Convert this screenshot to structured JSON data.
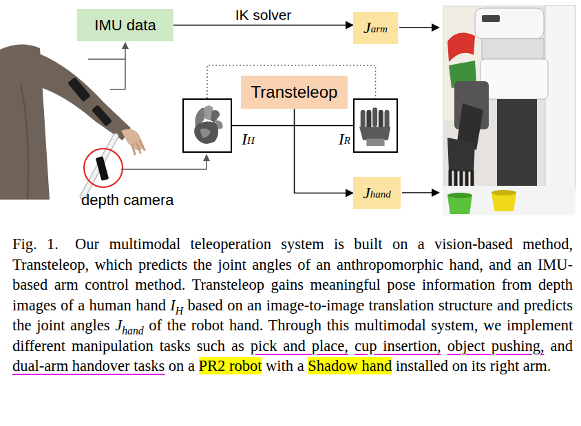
{
  "diagram": {
    "caption": "Fig. 1. Our multimodal teleoperation system is built on a vision-based method, Transteleop, which predicts the joint angles of an anthropomorphic hand, and an IMU-based arm control method. Transteleop gains meaningful pose information from depth images of a human hand IH based on an image-to-image translation structure and predicts the joint angles Jhand of the robot hand. Through this multimodal system, we implement different manipulation tasks such as pick and place, cup insertion, object pushing, and dual-arm handover tasks on a PR2 robot with a Shadow hand installed on its right arm.",
    "nodes": [
      {
        "text": [
          "IMU data"
        ]
      },
      {
        "text": [
          "J",
          "arm"
        ]
      },
      {
        "text": [
          "Transteleop"
        ]
      },
      {
        "text": [
          "I",
          "H"
        ]
      },
      {
        "text": [
          "I",
          "R"
        ]
      },
      {
        "text": [
          "J",
          "hand"
        ]
      }
    ],
    "edges": [
      {
        "from": 0,
        "to": 1,
        "label": "IK solver",
        "arrow": "to"
      },
      {
        "from": 3,
        "to": 4,
        "arrow": "none"
      },
      {
        "from": 3,
        "to": 4,
        "arrow": "none"
      },
      {
        "from": 2,
        "to": 5,
        "arrow": "to"
      }
    ],
    "labels": [
      "depth camera"
    ]
  }
}
